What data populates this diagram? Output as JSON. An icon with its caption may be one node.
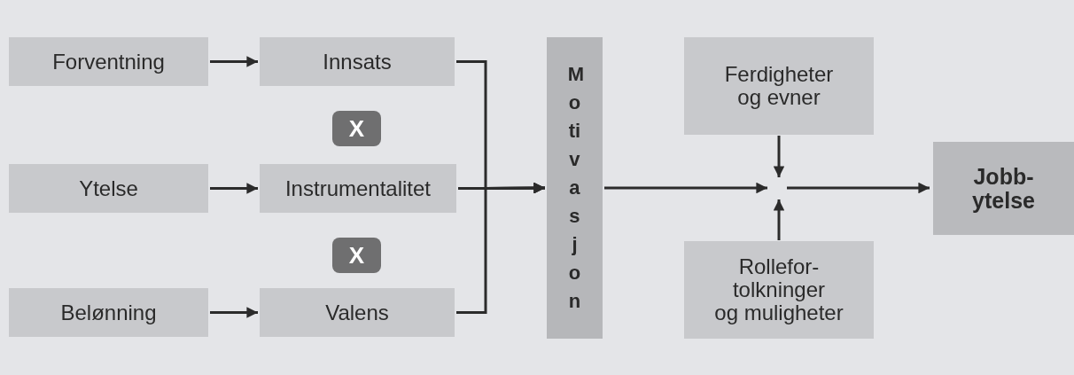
{
  "diagram": {
    "nodes": [
      {
        "text": [
          "Forventning"
        ]
      },
      {
        "text": [
          "Innsats"
        ]
      },
      {
        "text": [
          "X"
        ]
      },
      {
        "text": [
          "Ytelse"
        ]
      },
      {
        "text": [
          "Instrumentalitet"
        ]
      },
      {
        "text": [
          "X"
        ]
      },
      {
        "text": [
          "Belønning"
        ]
      },
      {
        "text": [
          "Valens"
        ]
      },
      {
        "text": [
          "Motivasjon"
        ]
      },
      {
        "text": [
          "Ferdigheter og evner"
        ]
      },
      {
        "text": [
          "Rollefor- tolkninger og muligheter"
        ]
      },
      {
        "text": [
          "Jobb- ytelse"
        ]
      }
    ],
    "edges": [
      {
        "from": 0,
        "to": 1,
        "arrow": "to"
      },
      {
        "from": 3,
        "to": 4,
        "arrow": "to"
      },
      {
        "from": 6,
        "to": 7,
        "arrow": "to"
      },
      {
        "from": 1,
        "to": 8,
        "arrow": "to"
      },
      {
        "from": 4,
        "to": 8,
        "arrow": "to"
      },
      {
        "from": 7,
        "to": 8,
        "arrow": "to"
      },
      {
        "from": 8,
        "to": null,
        "arrow": "to"
      },
      {
        "from": 9,
        "to": null,
        "arrow": "to"
      },
      {
        "from": 10,
        "to": null,
        "arrow": "to"
      },
      {
        "from": null,
        "to": 11,
        "arrow": "to"
      }
    ]
  }
}
